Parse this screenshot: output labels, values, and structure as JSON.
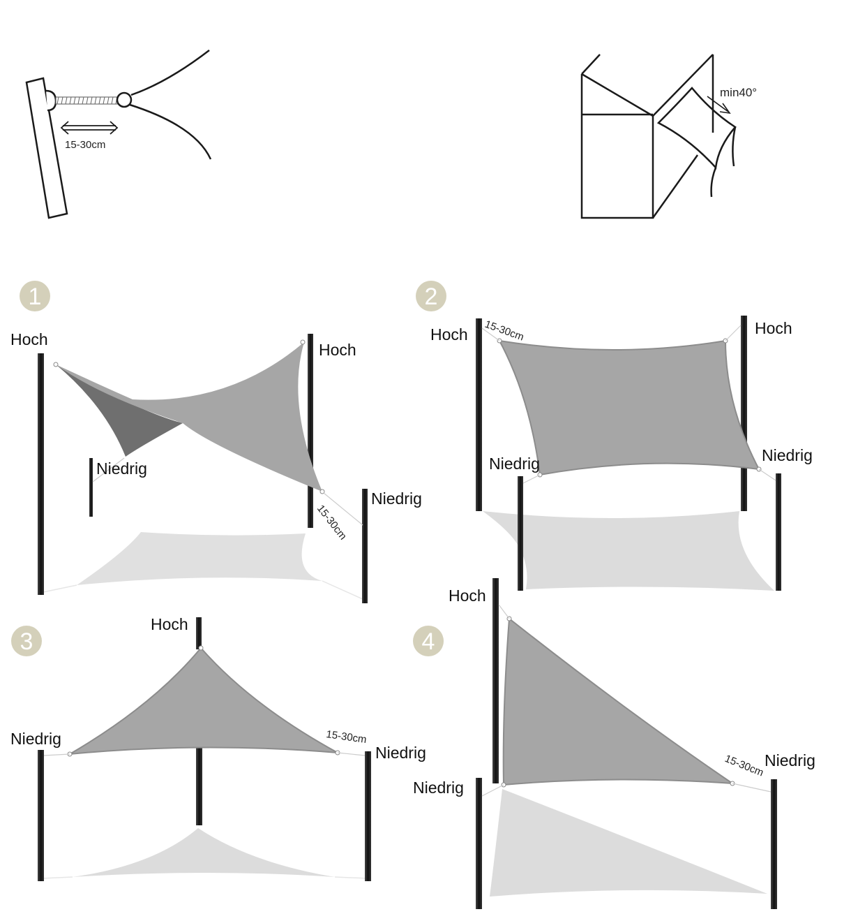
{
  "colors": {
    "pole": "#1e1e1e",
    "sail": "#a6a6a6",
    "sail_dark": "#6f6f6f",
    "shadow": "#dcdcdc",
    "badge": "#d4d0ba",
    "line": "#1a1a1a"
  },
  "top": {
    "wall_distance": "15-30cm",
    "angle": "min40°"
  },
  "badges": [
    "1",
    "2",
    "3",
    "4"
  ],
  "labels": {
    "high": "Hoch",
    "low": "Niedrig",
    "distance": "15-30cm"
  }
}
